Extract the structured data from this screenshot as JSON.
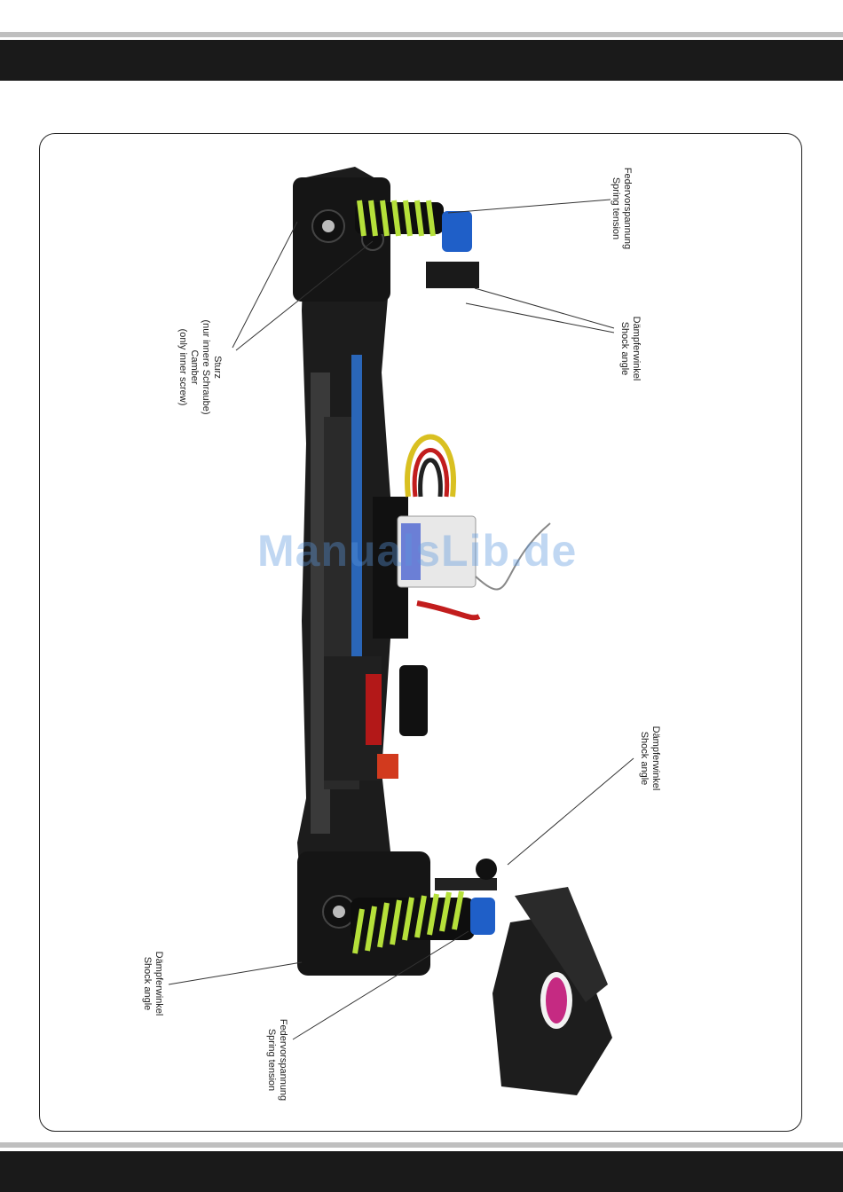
{
  "labels": {
    "top_spring": {
      "line1": "Federvorspannung",
      "line2": "Spring tension"
    },
    "top_shock": {
      "line1": "Dämpferwinkel",
      "line2": "Shock angle"
    },
    "camber": {
      "line1": "Sturz",
      "line2": "(nur innere Schraube)",
      "line3": "Camber",
      "line4": "(only inner screw)"
    },
    "bottom_shock_right": {
      "line1": "Dämpferwinkel",
      "line2": "Shock angle"
    },
    "bottom_shock_left": {
      "line1": "Dämpferwinkel",
      "line2": "Shock angle"
    },
    "bottom_spring": {
      "line1": "Federvorspannung",
      "line2": "Spring tension"
    }
  },
  "watermark": "ManualsLib.de",
  "colors": {
    "header_band": "#1a1a1a",
    "rule_gray": "#bfbfbf",
    "spring_green": "#b5e03a",
    "shock_blue": "#1f5fc8",
    "chassis": "#1c1c1c",
    "rod_blue": "#2a66b8"
  }
}
